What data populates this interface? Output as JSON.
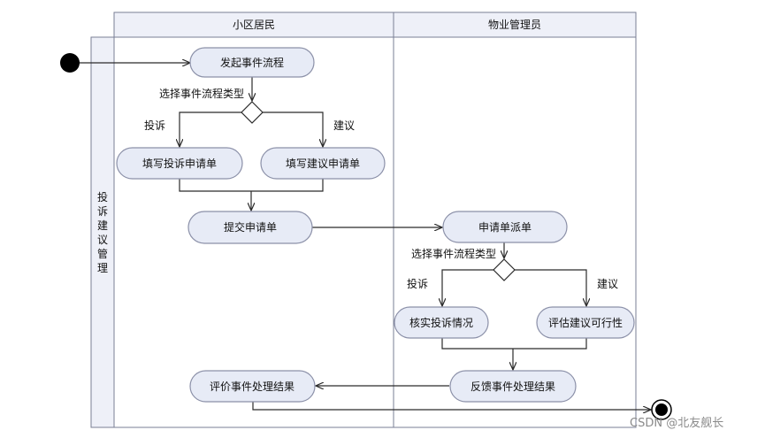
{
  "lanes": {
    "resident": "小区居民",
    "manager": "物业管理员"
  },
  "side_label": [
    "投",
    "诉",
    "建",
    "议",
    "管",
    "理"
  ],
  "activities": {
    "start_flow": "发起事件流程",
    "fill_complaint": "填写投诉申请单",
    "fill_suggestion": "填写建议申请单",
    "submit": "提交申请单",
    "dispatch": "申请单派单",
    "verify_complaint": "核实投诉情况",
    "evaluate_suggestion": "评估建议可行性",
    "feedback": "反馈事件处理结果",
    "rate_result": "评价事件处理结果"
  },
  "decisions": {
    "choose_type_1": "选择事件流程类型",
    "choose_type_2": "选择事件流程类型"
  },
  "guards": {
    "complaint_1": "投诉",
    "suggestion_1": "建议",
    "complaint_2": "投诉",
    "suggestion_2": "建议"
  },
  "watermark": "CSDN @北友舰长",
  "colors": {
    "activity_fill": "#e7ebf6",
    "lane_header_fill": "#eef0f8",
    "border": "#7a7f95"
  }
}
